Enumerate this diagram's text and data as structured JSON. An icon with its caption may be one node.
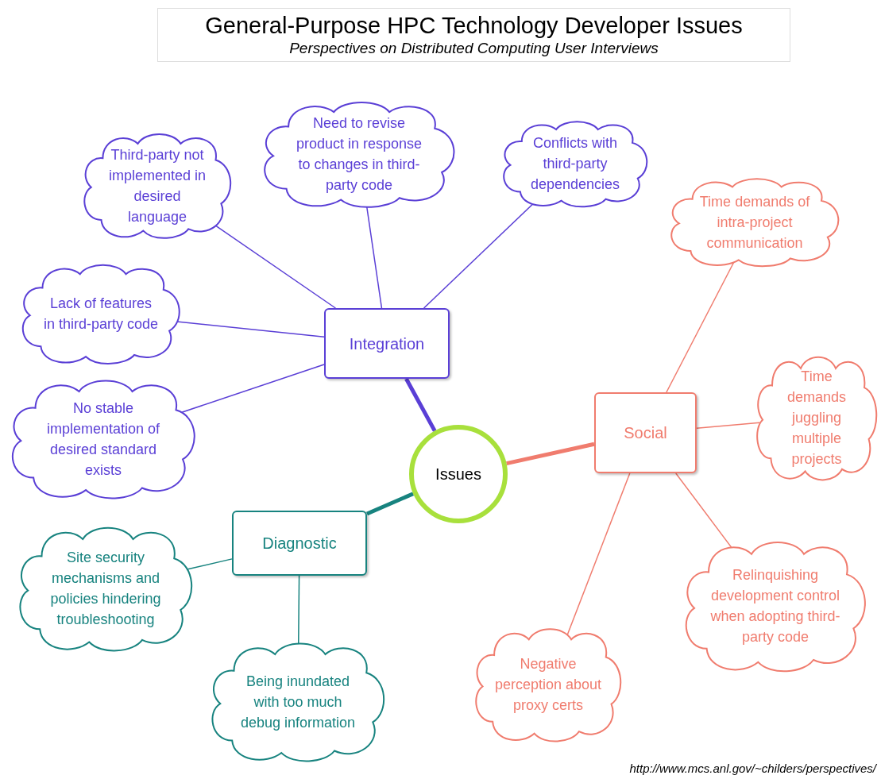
{
  "diagram": {
    "title": "General-Purpose HPC Technology Developer Issues",
    "caption": "Perspectives on Distributed Computing User Interviews",
    "nodes": [
      {
        "text": [
          "Issues"
        ]
      },
      {
        "text": [
          "Integration"
        ]
      },
      {
        "text": [
          "Social"
        ]
      },
      {
        "text": [
          "Diagnostic"
        ]
      },
      {
        "text": [
          "Third-party not implemented in desired language"
        ]
      },
      {
        "text": [
          "Need to revise product in response to changes in third-party code"
        ]
      },
      {
        "text": [
          "Conflicts with third-party dependencies"
        ]
      },
      {
        "text": [
          "Lack of features in third-party code"
        ]
      },
      {
        "text": [
          "No stable implementation of desired standard exists"
        ]
      },
      {
        "text": [
          "Time demands of intra-project communication"
        ]
      },
      {
        "text": [
          "Time demands juggling multiple projects"
        ]
      },
      {
        "text": [
          "Relinquishing development control when adopting third-party code"
        ]
      },
      {
        "text": [
          "Negative perception about proxy certs"
        ]
      },
      {
        "text": [
          "Site security mechanisms and policies hindering troubleshooting"
        ]
      },
      {
        "text": [
          "Being inundated with too much debug information"
        ]
      }
    ],
    "edges": [
      {
        "from": 0,
        "to": 1,
        "arrow": "none",
        "style": "thick",
        "color": "#5a3fd6"
      },
      {
        "from": 0,
        "to": 2,
        "arrow": "none",
        "style": "thick",
        "color": "#f07c6e"
      },
      {
        "from": 0,
        "to": 3,
        "arrow": "none",
        "style": "thick",
        "color": "#17837f"
      },
      {
        "from": 1,
        "to": 4,
        "arrow": "none",
        "color": "#5a3fd6"
      },
      {
        "from": 1,
        "to": 5,
        "arrow": "none",
        "color": "#5a3fd6"
      },
      {
        "from": 1,
        "to": 6,
        "arrow": "none",
        "color": "#5a3fd6"
      },
      {
        "from": 1,
        "to": 7,
        "arrow": "none",
        "color": "#5a3fd6"
      },
      {
        "from": 1,
        "to": 8,
        "arrow": "none",
        "color": "#5a3fd6"
      },
      {
        "from": 2,
        "to": 9,
        "arrow": "none",
        "color": "#f07c6e"
      },
      {
        "from": 2,
        "to": 10,
        "arrow": "none",
        "color": "#f07c6e"
      },
      {
        "from": 2,
        "to": 11,
        "arrow": "none",
        "color": "#f07c6e"
      },
      {
        "from": 2,
        "to": 12,
        "arrow": "none",
        "color": "#f07c6e"
      },
      {
        "from": 3,
        "to": 13,
        "arrow": "none",
        "color": "#17837f"
      },
      {
        "from": 3,
        "to": 14,
        "arrow": "none",
        "color": "#17837f"
      }
    ],
    "labels": [
      "http://www.mcs.anl.gov/~childers/perspectives/"
    ]
  }
}
